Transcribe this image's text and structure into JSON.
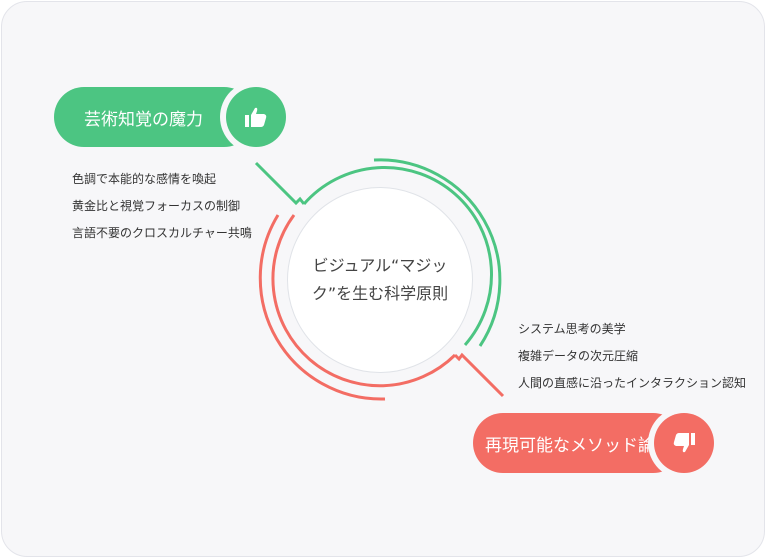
{
  "center": {
    "title": "ビジュアル“マジック”を生む科学原則"
  },
  "pro": {
    "title": "芸術知覚の魔力",
    "icon": "thumbs-up-icon",
    "color": "#4cc582",
    "items": [
      "色調で本能的な感情を喚起",
      "黄金比と視覚フォーカスの制御",
      "言語不要のクロスカルチャー共鳴"
    ]
  },
  "con": {
    "title": "再現可能なメソッド論",
    "icon": "thumbs-down-icon",
    "color": "#f36d64",
    "items": [
      "システム思考の美学",
      "複雑データの次元圧縮",
      "人間の直感に沿ったインタラクション認知"
    ]
  }
}
